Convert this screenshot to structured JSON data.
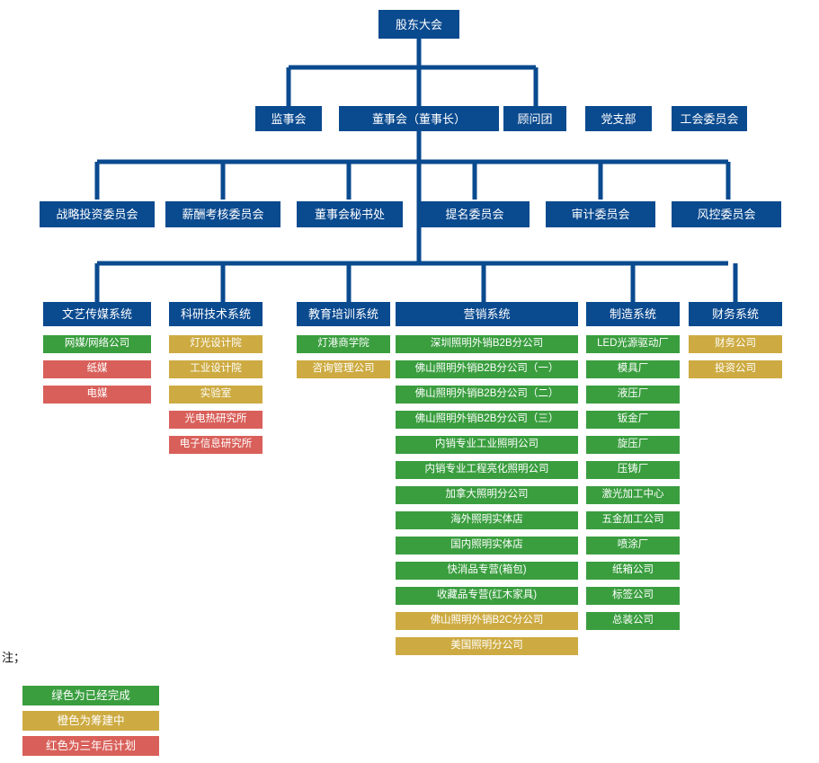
{
  "diagram": {
    "title_node": {
      "label": "股东大会"
    },
    "level2": [
      {
        "label": "监事会"
      },
      {
        "label": "董事会（董事长）"
      },
      {
        "label": "顾问团"
      },
      {
        "label": "党支部"
      },
      {
        "label": "工会委员会"
      }
    ],
    "level3": [
      {
        "label": "战略投资委员会"
      },
      {
        "label": "薪酬考核委员会"
      },
      {
        "label": "董事会秘书处"
      },
      {
        "label": "提名委员会"
      },
      {
        "label": "审计委员会"
      },
      {
        "label": "风控委员会"
      }
    ],
    "systems": [
      {
        "header": "文艺传媒系统",
        "items": [
          {
            "label": "网媒/网络公司",
            "status": "green"
          },
          {
            "label": "纸媒",
            "status": "red"
          },
          {
            "label": "电媒",
            "status": "red"
          }
        ]
      },
      {
        "header": "科研技术系统",
        "items": [
          {
            "label": "灯光设计院",
            "status": "gold"
          },
          {
            "label": "工业设计院",
            "status": "gold"
          },
          {
            "label": "实验室",
            "status": "gold"
          },
          {
            "label": "光电热研究所",
            "status": "red"
          },
          {
            "label": "电子信息研究所",
            "status": "red"
          }
        ]
      },
      {
        "header": "教育培训系统",
        "items": [
          {
            "label": "灯港商学院",
            "status": "green"
          },
          {
            "label": "咨询管理公司",
            "status": "gold"
          }
        ]
      },
      {
        "header": "营销系统",
        "items": [
          {
            "label": "深圳照明外销B2B分公司",
            "status": "green"
          },
          {
            "label": "佛山照明外销B2B分公司（一）",
            "status": "green"
          },
          {
            "label": "佛山照明外销B2B分公司（二）",
            "status": "green"
          },
          {
            "label": "佛山照明外销B2B分公司（三）",
            "status": "green"
          },
          {
            "label": "内销专业工业照明公司",
            "status": "green"
          },
          {
            "label": "内销专业工程亮化照明公司",
            "status": "green"
          },
          {
            "label": "加拿大照明分公司",
            "status": "green"
          },
          {
            "label": "海外照明实体店",
            "status": "green"
          },
          {
            "label": "国内照明实体店",
            "status": "green"
          },
          {
            "label": "快消品专营(箱包)",
            "status": "green"
          },
          {
            "label": "收藏品专营(红木家具)",
            "status": "green"
          },
          {
            "label": "佛山照明外销B2C分公司",
            "status": "gold"
          },
          {
            "label": "美国照明分公司",
            "status": "gold"
          }
        ]
      },
      {
        "header": "制造系统",
        "items": [
          {
            "label": "LED光源驱动厂",
            "status": "green"
          },
          {
            "label": "模具厂",
            "status": "green"
          },
          {
            "label": "液压厂",
            "status": "green"
          },
          {
            "label": "钣金厂",
            "status": "green"
          },
          {
            "label": "旋压厂",
            "status": "green"
          },
          {
            "label": "压铸厂",
            "status": "green"
          },
          {
            "label": "激光加工中心",
            "status": "green"
          },
          {
            "label": "五金加工公司",
            "status": "green"
          },
          {
            "label": "喷涂厂",
            "status": "green"
          },
          {
            "label": "纸箱公司",
            "status": "green"
          },
          {
            "label": "标签公司",
            "status": "green"
          },
          {
            "label": "总装公司",
            "status": "green"
          }
        ]
      },
      {
        "header": "财务系统",
        "items": [
          {
            "label": "财务公司",
            "status": "gold"
          },
          {
            "label": "投资公司",
            "status": "gold"
          }
        ]
      }
    ]
  },
  "legend": {
    "note_label": "注；",
    "items": [
      {
        "label": "绿色为已经完成",
        "status": "green"
      },
      {
        "label": "橙色为筹建中",
        "status": "gold"
      },
      {
        "label": "红色为三年后计划",
        "status": "red"
      }
    ]
  },
  "colors": {
    "blue": "#0a4a8f",
    "green": "#3a9e3f",
    "gold": "#cdab42",
    "red": "#d9605a",
    "connector": "#0a4a8f",
    "background": "#ffffff"
  }
}
